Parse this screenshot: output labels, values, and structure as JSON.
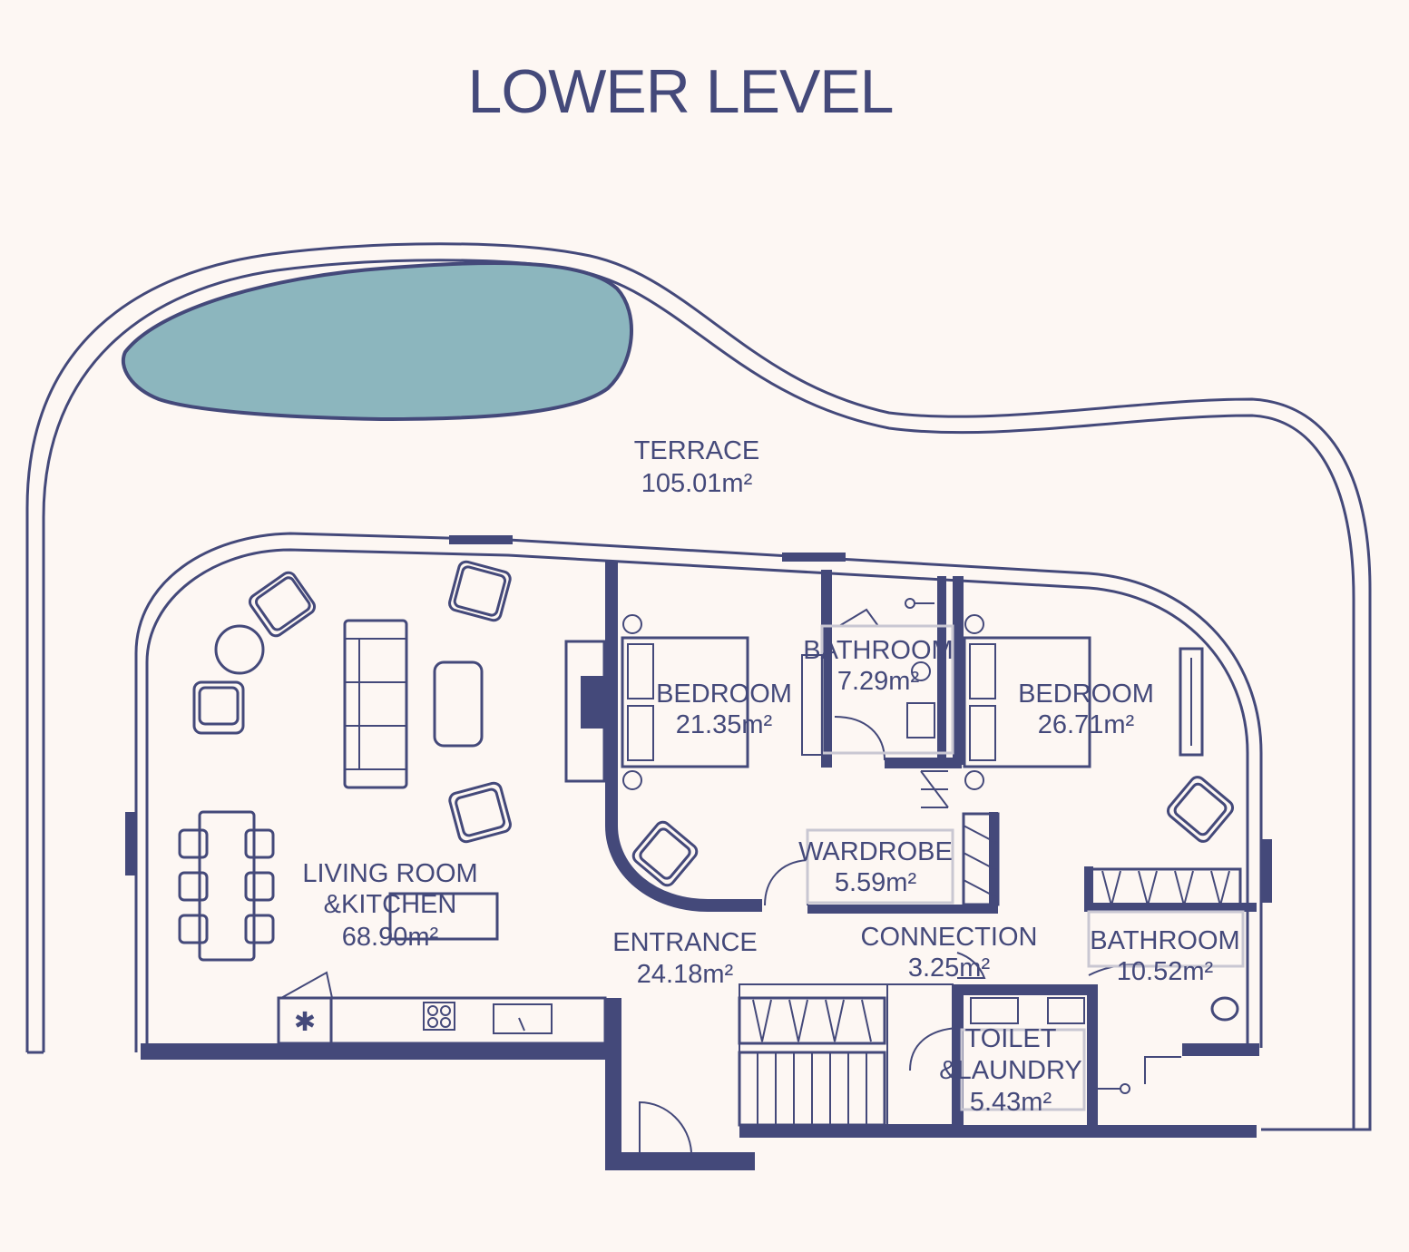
{
  "title": "LOWER LEVEL",
  "colors": {
    "line": "#44497a",
    "pool": "#8cb6be",
    "background": "#fdf7f3"
  },
  "rooms": {
    "terrace": {
      "name": "TERRACE",
      "area": "105.01m²"
    },
    "living": {
      "name_line1": "LIVING ROOM",
      "name_line2": "&KITCHEN",
      "area": "68.90m²"
    },
    "bedroom1": {
      "name": "BEDROOM",
      "area": "21.35m²"
    },
    "bathroom1": {
      "name": "BATHROOM",
      "area": "7.29m²"
    },
    "bedroom2": {
      "name": "BEDROOM",
      "area": "26.71m²"
    },
    "wardrobe": {
      "name": "WARDROBE",
      "area": "5.59m²"
    },
    "entrance": {
      "name": "ENTRANCE",
      "area": "24.18m²"
    },
    "connection": {
      "name": "CONNECTION",
      "area": "3.25m²"
    },
    "bathroom2": {
      "name": "BATHROOM",
      "area": "10.52m²"
    },
    "toilet": {
      "name_line1": "TOILET",
      "name_line2": "&LAUNDRY",
      "area": "5.43m²"
    }
  }
}
